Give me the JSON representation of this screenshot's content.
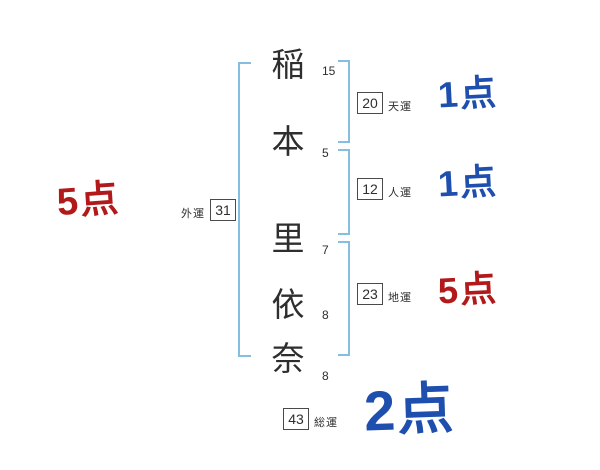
{
  "name_column": {
    "characters": [
      {
        "char": "稲",
        "strokes": "15"
      },
      {
        "char": "本",
        "strokes": "5"
      },
      {
        "char": "里",
        "strokes": "7"
      },
      {
        "char": "依",
        "strokes": "8"
      },
      {
        "char": "奈",
        "strokes": "8"
      }
    ]
  },
  "fortunes": {
    "outer": {
      "label": "外運",
      "value": "31",
      "score": "5点"
    },
    "heaven": {
      "label": "天運",
      "value": "20",
      "score": "1点"
    },
    "person": {
      "label": "人運",
      "value": "12",
      "score": "1点"
    },
    "earth": {
      "label": "地運",
      "value": "23",
      "score": "5点"
    },
    "total": {
      "label": "総運",
      "value": "43",
      "score": "2点"
    }
  },
  "colors": {
    "score_red": "#b2191b",
    "score_blue": "#1e4fae",
    "bracket_blue": "#85bede",
    "box_border": "#4a4a4a"
  }
}
